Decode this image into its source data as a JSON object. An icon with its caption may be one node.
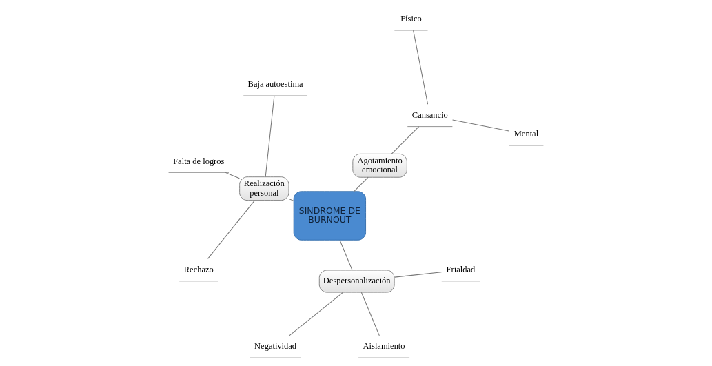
{
  "diagram": {
    "nodes": [
      {
        "text": [
          "SINDROME DE BURNOUT"
        ]
      },
      {
        "text": [
          "Agotamiento emocional"
        ]
      },
      {
        "text": [
          "Cansancio"
        ]
      },
      {
        "text": [
          "Mental"
        ]
      },
      {
        "text": [
          "Físico"
        ]
      },
      {
        "text": [
          "Realización personal"
        ]
      },
      {
        "text": [
          "Baja autoestima"
        ]
      },
      {
        "text": [
          "Falta de logros"
        ]
      },
      {
        "text": [
          "Rechazo"
        ]
      },
      {
        "text": [
          "Despersonalización"
        ]
      },
      {
        "text": [
          "Negatividad"
        ]
      },
      {
        "text": [
          "Aislamiento"
        ]
      },
      {
        "text": [
          "Frialdad"
        ]
      }
    ],
    "edges": [
      {
        "from": 0,
        "to": 1,
        "arrow": "none"
      },
      {
        "from": 1,
        "to": 2,
        "arrow": "none"
      },
      {
        "from": 2,
        "to": 3,
        "arrow": "none"
      },
      {
        "from": 2,
        "to": 4,
        "arrow": "none"
      },
      {
        "from": 0,
        "to": 5,
        "arrow": "none"
      },
      {
        "from": 5,
        "to": 6,
        "arrow": "none"
      },
      {
        "from": 5,
        "to": 7,
        "arrow": "none"
      },
      {
        "from": 5,
        "to": 8,
        "arrow": "none"
      },
      {
        "from": 0,
        "to": 9,
        "arrow": "none"
      },
      {
        "from": 9,
        "to": 10,
        "arrow": "none"
      },
      {
        "from": 9,
        "to": 11,
        "arrow": "none"
      },
      {
        "from": 9,
        "to": 12,
        "arrow": "none"
      }
    ]
  }
}
